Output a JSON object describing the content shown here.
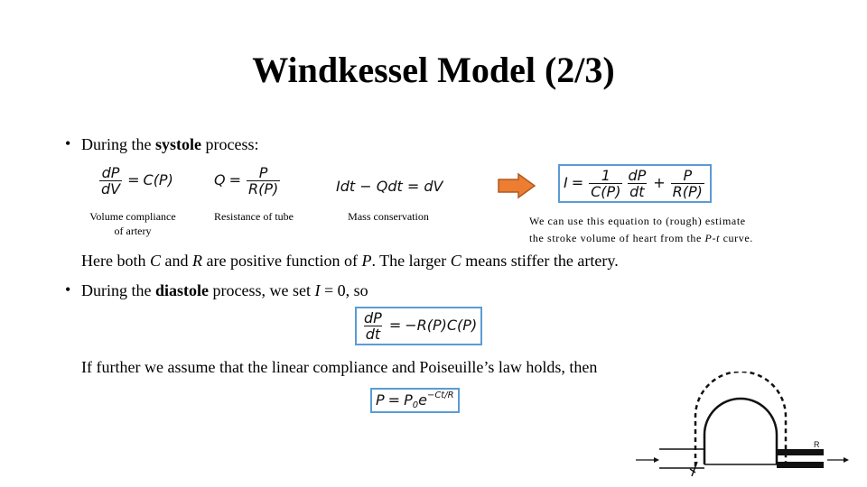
{
  "title": "Windkessel Model (2/3)",
  "bullets": {
    "systole": {
      "prefix": "During the ",
      "bold": "systole",
      "suffix": " process:"
    },
    "diastole": {
      "prefix": "During the ",
      "bold": "diastole",
      "mid": " process, we set ",
      "var": "I",
      "suffix": " = 0, so"
    }
  },
  "equations": {
    "compliance": {
      "num": "dP",
      "den": "dV",
      "rhs": "C(P)"
    },
    "resistance": {
      "lhs": "Q",
      "num": "P",
      "den": "R(P)"
    },
    "mass": "Idt − Qdt = dV",
    "combined": {
      "lhs": "I",
      "num1": "1",
      "den1": "C(P)",
      "num2": "dP",
      "den2": "dt",
      "num3": "P",
      "den3": "R(P)"
    },
    "diastole": {
      "num": "dP",
      "den": "dt",
      "rhs": "−R(P)C(P)"
    },
    "exponential": {
      "lhs": "P",
      "base": "P",
      "sub": "0",
      "e": "e",
      "exp": "−Ct/R"
    }
  },
  "captions": {
    "compliance_1": "Volume compliance",
    "compliance_2": "of artery",
    "resistance": "Resistance of tube",
    "mass": "Mass conservation"
  },
  "note": {
    "line1": "We can use this equation to (rough) estimate",
    "line2_a": "the stroke volume of heart from the ",
    "line2_var": "P-t",
    "line2_b": " curve."
  },
  "sentence1": {
    "a": "Here both ",
    "c": "C",
    "b": " and ",
    "r": "R",
    "d": " are positive function of ",
    "p": "P",
    "e": ". The larger ",
    "c2": "C",
    "f": " means stiffer the artery."
  },
  "sentence2": "If further we assume that the linear compliance and Poiseuille’s law holds, then",
  "figure": {
    "label": "R"
  },
  "colors": {
    "arrow_fill": "#ed7d31",
    "arrow_stroke": "#ae5a21",
    "box_border": "#5b9bd5"
  }
}
